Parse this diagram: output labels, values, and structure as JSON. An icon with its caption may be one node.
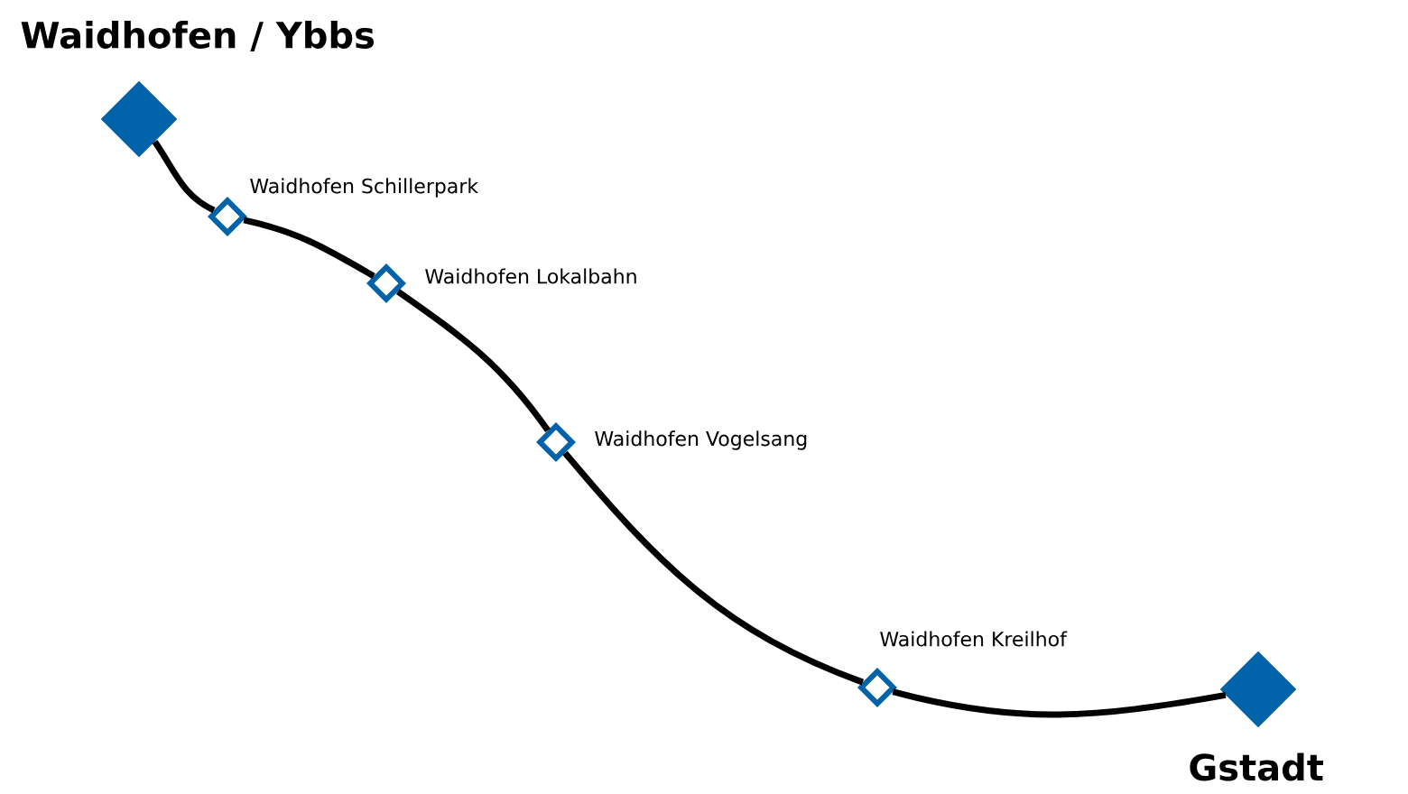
{
  "diagram": {
    "nodes": [
      {
        "text": [
          "Waidhofen / Ybbs"
        ]
      },
      {
        "text": [
          "Waidhofen Schillerpark"
        ]
      },
      {
        "text": [
          "Waidhofen Lokalbahn"
        ]
      },
      {
        "text": [
          "Waidhofen Vogelsang"
        ]
      },
      {
        "text": [
          "Waidhofen Kreilhof"
        ]
      },
      {
        "text": [
          "Gstadt"
        ]
      }
    ],
    "edges": [
      {
        "from": 0,
        "to": 1,
        "arrow": "none"
      },
      {
        "from": 1,
        "to": 2,
        "arrow": "none"
      },
      {
        "from": 2,
        "to": 3,
        "arrow": "none"
      },
      {
        "from": 3,
        "to": 4,
        "arrow": "none"
      },
      {
        "from": 4,
        "to": 5,
        "arrow": "none"
      }
    ]
  }
}
